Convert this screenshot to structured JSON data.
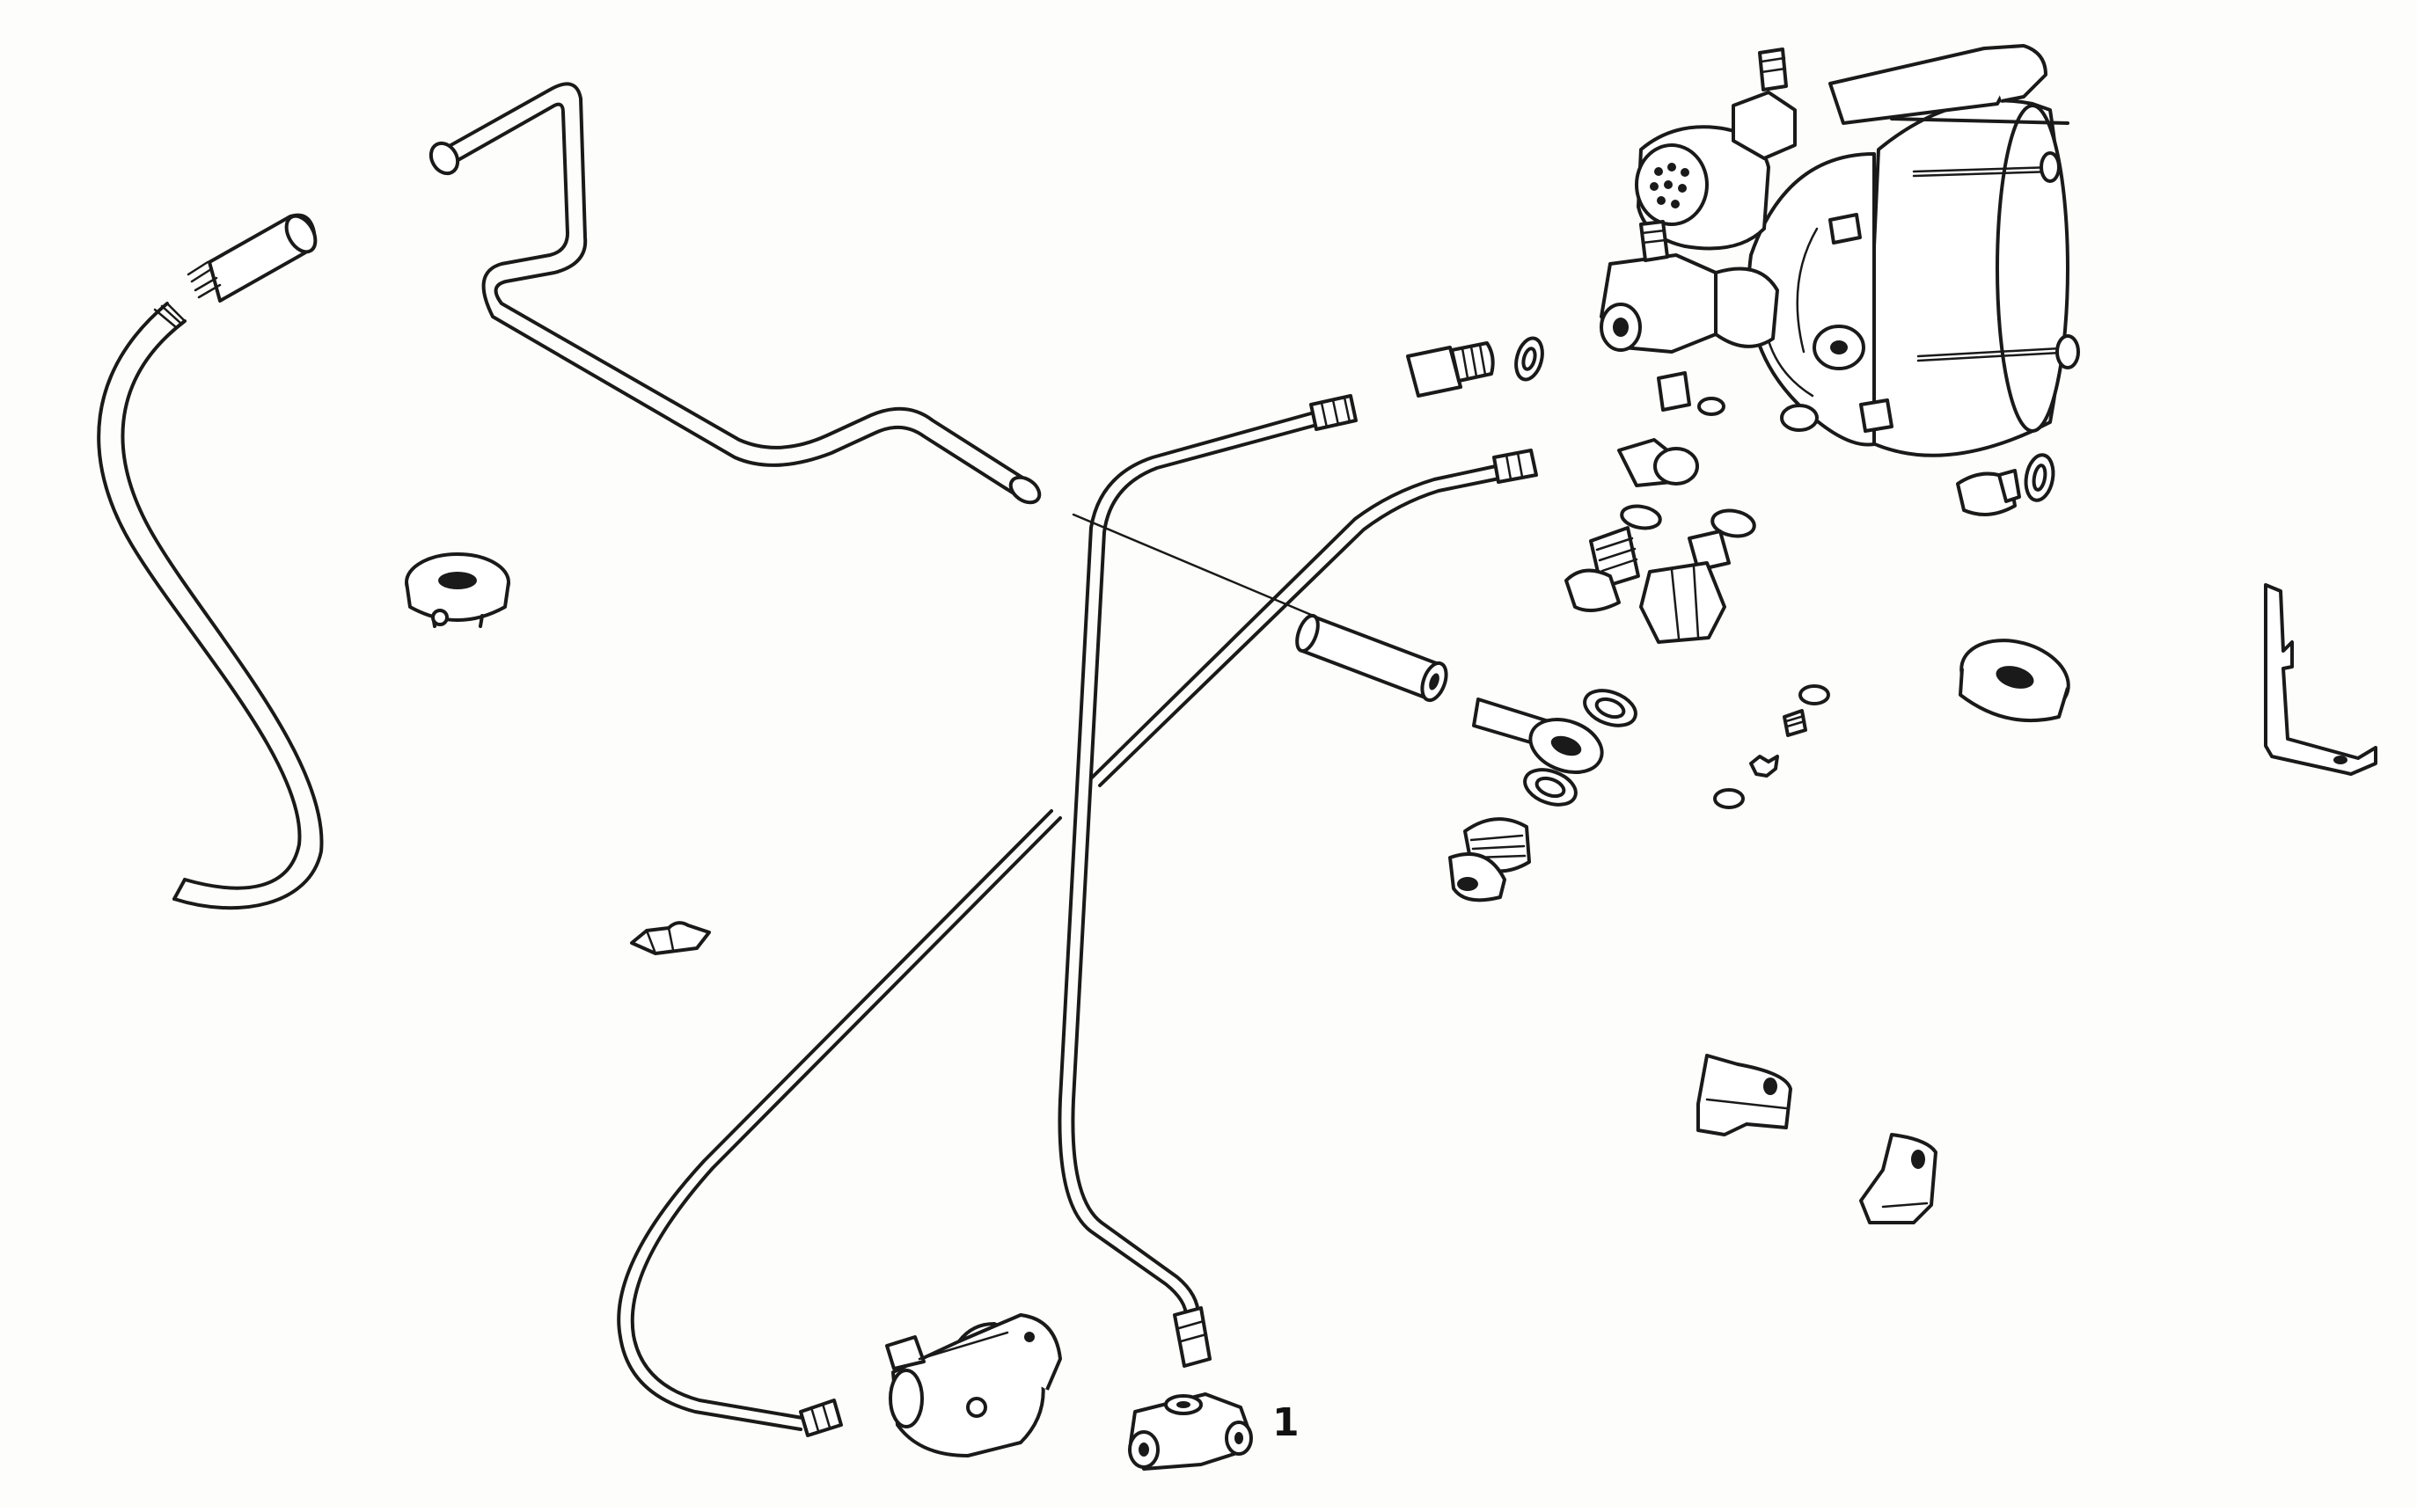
{
  "diagram": {
    "callouts": [
      {
        "id": "1",
        "label": "1",
        "target": "tee-connector"
      }
    ]
  },
  "colors": {
    "ink": "#1a1a1a",
    "paper": "#fdfdfb"
  }
}
